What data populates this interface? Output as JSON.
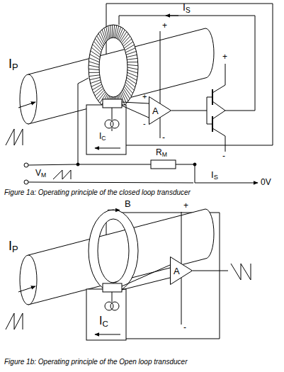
{
  "diagram": {
    "nodes": [
      {
        "text": [
          "A"
        ]
      },
      {
        "text": [
          "A"
        ]
      }
    ],
    "labels": [
      "IS",
      "+",
      "+",
      "+",
      "-",
      "IP",
      "IC",
      "-",
      "-",
      "RM",
      "VM",
      "IS",
      "0V",
      "Figure 1a: Operating principle of the closed loop transducer",
      "B",
      "IP",
      "IC",
      "+",
      "-",
      "Figure 1b: Operating principle of the Open loop transducer"
    ]
  }
}
